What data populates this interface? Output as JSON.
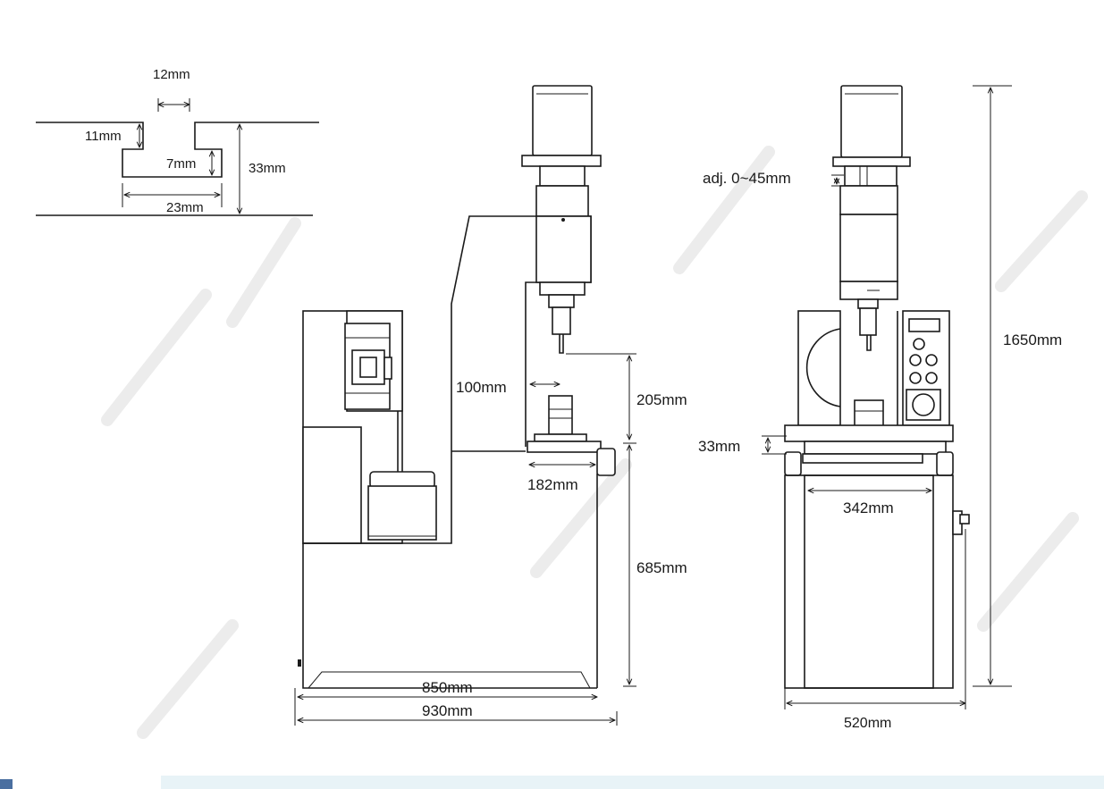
{
  "slot_detail": {
    "width_top": "12mm",
    "slot_depth": "11mm",
    "undercut_height": "7mm",
    "total_height": "33mm",
    "undercut_width": "23mm"
  },
  "side_view": {
    "throat_depth": "100mm",
    "stroke_clearance": "205mm",
    "table_width": "182mm",
    "table_height": "685mm",
    "base_width": "850mm",
    "overall_depth": "930mm"
  },
  "front_view": {
    "head_adjust": "adj. 0~45mm",
    "table_thickness": "33mm",
    "table_width": "342mm",
    "base_width": "520mm",
    "overall_height": "1650mm"
  },
  "colors": {
    "line": "#1a1a1a",
    "bottom_bar": "#e8f3f7",
    "corner_mark": "#4a6fa0"
  }
}
